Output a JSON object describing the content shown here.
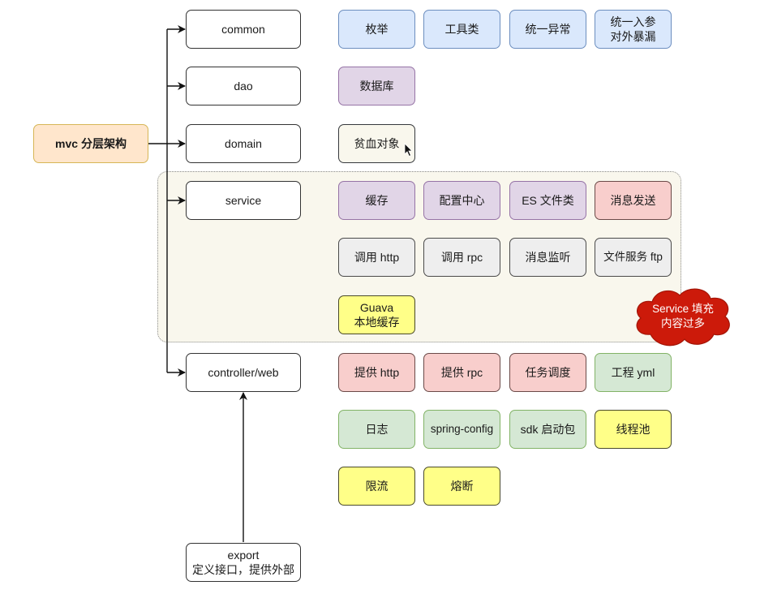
{
  "root": {
    "label": "mvc 分层架构",
    "color": "#ffe6cc"
  },
  "layers": [
    {
      "id": "common",
      "label": "common"
    },
    {
      "id": "dao",
      "label": "dao"
    },
    {
      "id": "domain",
      "label": "domain"
    },
    {
      "id": "service",
      "label": "service"
    },
    {
      "id": "controller",
      "label": "controller/web"
    }
  ],
  "export": {
    "label": "export\n定义接口，提供外部"
  },
  "common_items": [
    {
      "label": "枚举",
      "style": "blue"
    },
    {
      "label": "工具类",
      "style": "blue"
    },
    {
      "label": "统一异常",
      "style": "blue"
    },
    {
      "label": "统一入参\n对外暴漏",
      "style": "blue"
    }
  ],
  "dao_items": [
    {
      "label": "数据库",
      "style": "purple"
    }
  ],
  "domain_items": [
    {
      "label": "贫血对象",
      "style": "beige"
    }
  ],
  "service_items": [
    {
      "label": "缓存",
      "style": "purple"
    },
    {
      "label": "配置中心",
      "style": "purple"
    },
    {
      "label": "ES 文件类",
      "style": "purple"
    },
    {
      "label": "消息发送",
      "style": "red"
    },
    {
      "label": "调用 http",
      "style": "gray"
    },
    {
      "label": "调用 rpc",
      "style": "gray"
    },
    {
      "label": "消息监听",
      "style": "gray"
    },
    {
      "label": "文件服务 ftp",
      "style": "gray"
    },
    {
      "label": "Guava\n本地缓存",
      "style": "yellow"
    }
  ],
  "controller_items": [
    {
      "label": "提供 http",
      "style": "red"
    },
    {
      "label": "提供 rpc",
      "style": "red"
    },
    {
      "label": "任务调度",
      "style": "red"
    },
    {
      "label": "工程 yml",
      "style": "green"
    },
    {
      "label": "日志",
      "style": "green"
    },
    {
      "label": "spring-config",
      "style": "green"
    },
    {
      "label": "sdk 启动包",
      "style": "green"
    },
    {
      "label": "线程池",
      "style": "yellow"
    },
    {
      "label": "限流",
      "style": "yellow"
    },
    {
      "label": "熔断",
      "style": "yellow"
    }
  ],
  "callout": {
    "label": "Service 填充\n内容过多",
    "color": "#cc1a0a"
  }
}
